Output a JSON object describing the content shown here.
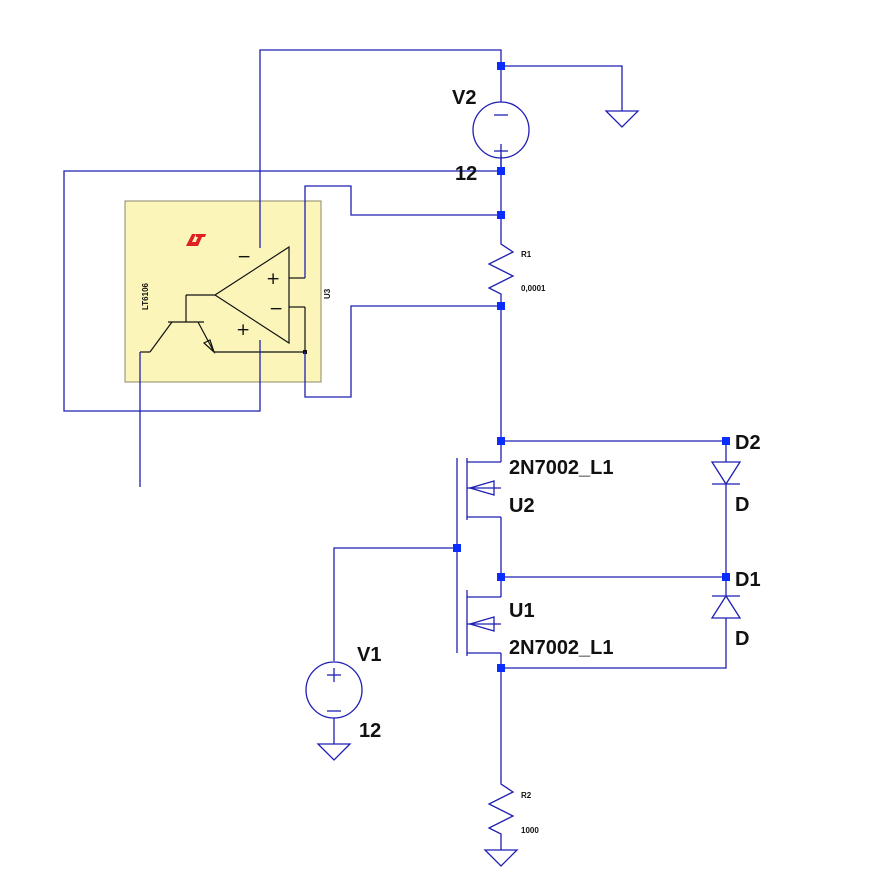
{
  "components": {
    "V2": {
      "name": "V2",
      "value": "12"
    },
    "V1": {
      "name": "V1",
      "value": "12"
    },
    "R1": {
      "name": "R1",
      "value": "0,0001"
    },
    "R2": {
      "name": "R2",
      "value": "1000"
    },
    "U1": {
      "name": "U1",
      "model": "2N7002_L1"
    },
    "U2": {
      "name": "U2",
      "model": "2N7002_L1"
    },
    "D1": {
      "name": "D1",
      "model": "D"
    },
    "D2": {
      "name": "D2",
      "model": "D"
    },
    "U3": {
      "name": "U3",
      "part": "LT6106"
    }
  },
  "pin_signs": {
    "minus": "−",
    "plus": "+"
  },
  "colors": {
    "wire": "#1f1fb4",
    "junction": "#0a2cff",
    "ic_fill": "#fbf5b9",
    "logo": "#e02020",
    "text": "#111111"
  }
}
